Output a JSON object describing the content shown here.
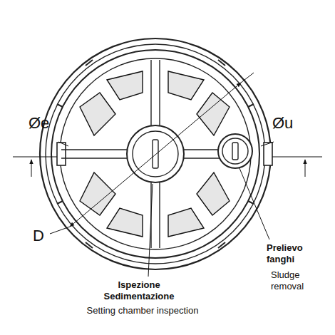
{
  "diagram": {
    "labels": [
      "Øe",
      "Øu",
      "D",
      "Prelievo fanghi",
      "Sludge removal",
      "Ispezione Sedimentazione",
      "Setting chamber inspection"
    ]
  }
}
